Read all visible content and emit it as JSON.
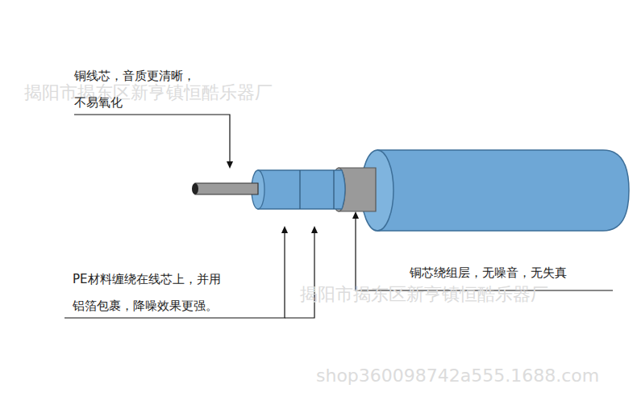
{
  "diagram": {
    "labels": [
      "揭阳市揭东区新亨镇恒酷乐器厂",
      "揭阳市揭东区新亨镇恒酷乐器厂",
      "shop360098742a555.1688.com",
      "铜线芯，音质更清晰， 不易氧化",
      "PE材料缠绕在线芯上，并用 铝箔包裹，降噪效果更强。",
      "铜芯绕组层，无噪音，无失真"
    ]
  }
}
